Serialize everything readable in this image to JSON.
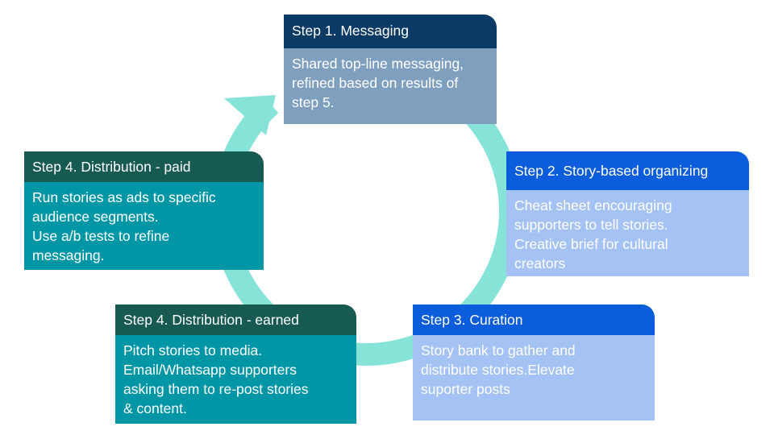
{
  "diagram": {
    "type": "cycle",
    "ring_color": "#86e3d8",
    "steps": [
      {
        "id": "step1",
        "title": "Step 1. Messaging",
        "lines": [
          "Shared top-line messaging,",
          "refined based on results of",
          "step 5."
        ],
        "header_color": "#0b3a64",
        "body_color": "#7f9fbf"
      },
      {
        "id": "step2",
        "title": "Step 2. Story-based organizing",
        "lines": [
          "Cheat sheet encouraging",
          "supporters to tell stories.",
          "Creative brief for cultural",
          "creators"
        ],
        "header_color": "#0c5ddc",
        "body_color": "#a4c2f4"
      },
      {
        "id": "step3",
        "title": "Step 3. Curation",
        "lines": [
          "Story bank to gather and",
          "distribute stories.Elevate",
          "suporter posts"
        ],
        "header_color": "#0c5ddc",
        "body_color": "#a4c2f4"
      },
      {
        "id": "step4e",
        "title": "Step 4. Distribution - earned",
        "lines": [
          "Pitch stories to media.",
          "Email/Whatsapp supporters",
          "asking them to re-post stories",
          "& content."
        ],
        "header_color": "#175a52",
        "body_color": "#0096a6"
      },
      {
        "id": "step4p",
        "title": "Step 4. Distribution - paid",
        "lines": [
          "Run stories as ads to specific",
          "audience segments.",
          "Use a/b tests to refine",
          "messaging."
        ],
        "header_color": "#175a52",
        "body_color": "#0096a6"
      }
    ]
  }
}
